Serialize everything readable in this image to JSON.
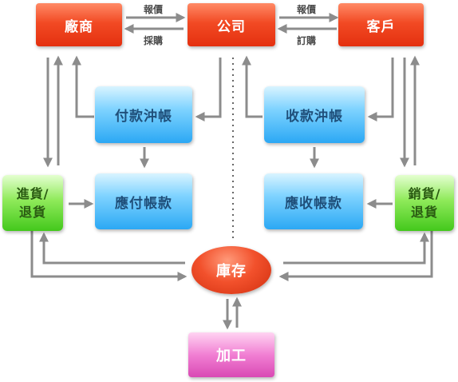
{
  "nodes": {
    "vendor": "廠商",
    "company": "公司",
    "customer": "客戶",
    "payment_offset": "付款沖帳",
    "receipt_offset": "收款沖帳",
    "purchase_return": "進貨/\n退貨",
    "accounts_payable": "應付帳款",
    "accounts_receivable": "應收帳款",
    "sales_return": "銷貨/\n退貨",
    "inventory": "庫存",
    "processing": "加工"
  },
  "edge_labels": {
    "vendor_to_company": "報價",
    "company_to_vendor": "採購",
    "customer_to_company": "報價",
    "company_to_customer": "訂購"
  },
  "colors": {
    "red_node": "#e4300f",
    "blue_node": "#2ba8f4",
    "green_node": "#43c81c",
    "pink_node": "#d94ab4",
    "arrow": "#8c8c8c"
  }
}
